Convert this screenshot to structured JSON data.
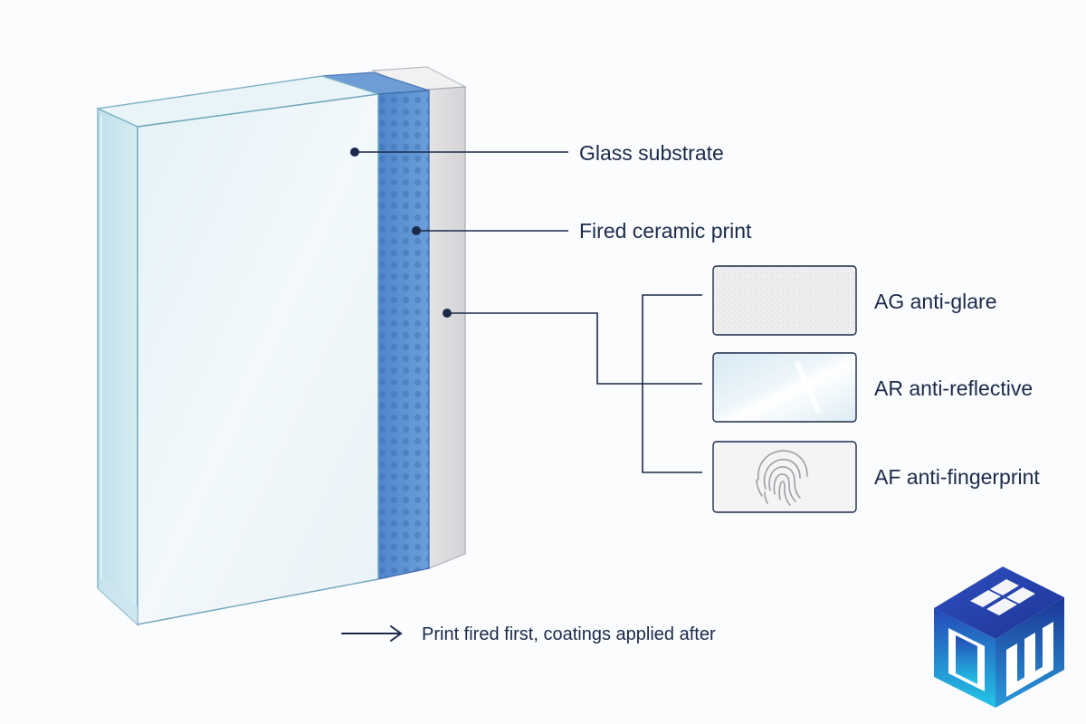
{
  "labels": {
    "glass_substrate": "Glass substrate",
    "fired_ceramic_print": "Fired ceramic print"
  },
  "coatings": [
    {
      "label": "AG anti-glare",
      "swatch": "anti-glare-swatch"
    },
    {
      "label": "AR anti-reflective",
      "swatch": "anti-reflective-swatch"
    },
    {
      "label": "AF anti-fingerprint",
      "swatch": "fingerprint-icon"
    }
  ],
  "note": "Print fired first, coatings applied after",
  "colors": {
    "ink": "#1b2a4a",
    "glass": "#e3f1f6",
    "ceramic_print": "#5b8fd0",
    "coating_layer": "#e4e4e6",
    "logo_blue": "#1f3fa8",
    "logo_cyan": "#27c7e8"
  },
  "icons": [
    "arrow-right-icon",
    "fingerprint-icon",
    "logo-cube-icon"
  ]
}
